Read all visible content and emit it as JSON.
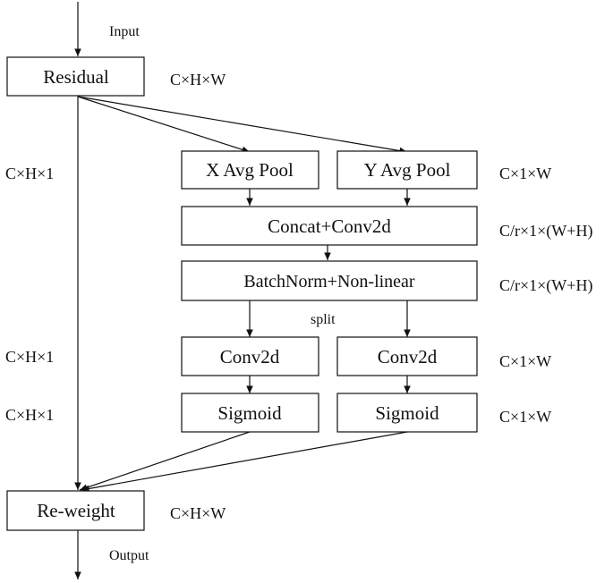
{
  "labels": {
    "input": "Input",
    "output": "Output",
    "split": "split"
  },
  "nodes": {
    "residual": "Residual",
    "x_avg_pool": "X Avg Pool",
    "y_avg_pool": "Y Avg Pool",
    "concat_conv": "Concat+Conv2d",
    "batchnorm": "BatchNorm+Non-linear",
    "conv_left": "Conv2d",
    "conv_right": "Conv2d",
    "sigmoid_left": "Sigmoid",
    "sigmoid_right": "Sigmoid",
    "reweight": "Re-weight"
  },
  "dimensions": {
    "residual": "C×H×W",
    "left_branch_pool": "C×H×1",
    "right_branch_pool": "C×1×W",
    "concat": "C/r×1×(W+H)",
    "batchnorm": "C/r×1×(W+H)",
    "left_branch_conv": "C×H×1",
    "right_branch_conv": "C×1×W",
    "left_branch_sigmoid": "C×H×1",
    "right_branch_sigmoid": "C×1×W",
    "reweight": "C×H×W"
  },
  "colors": {
    "stroke": "#111111",
    "box_fill": "#ffffff",
    "background": "#ffffff"
  }
}
